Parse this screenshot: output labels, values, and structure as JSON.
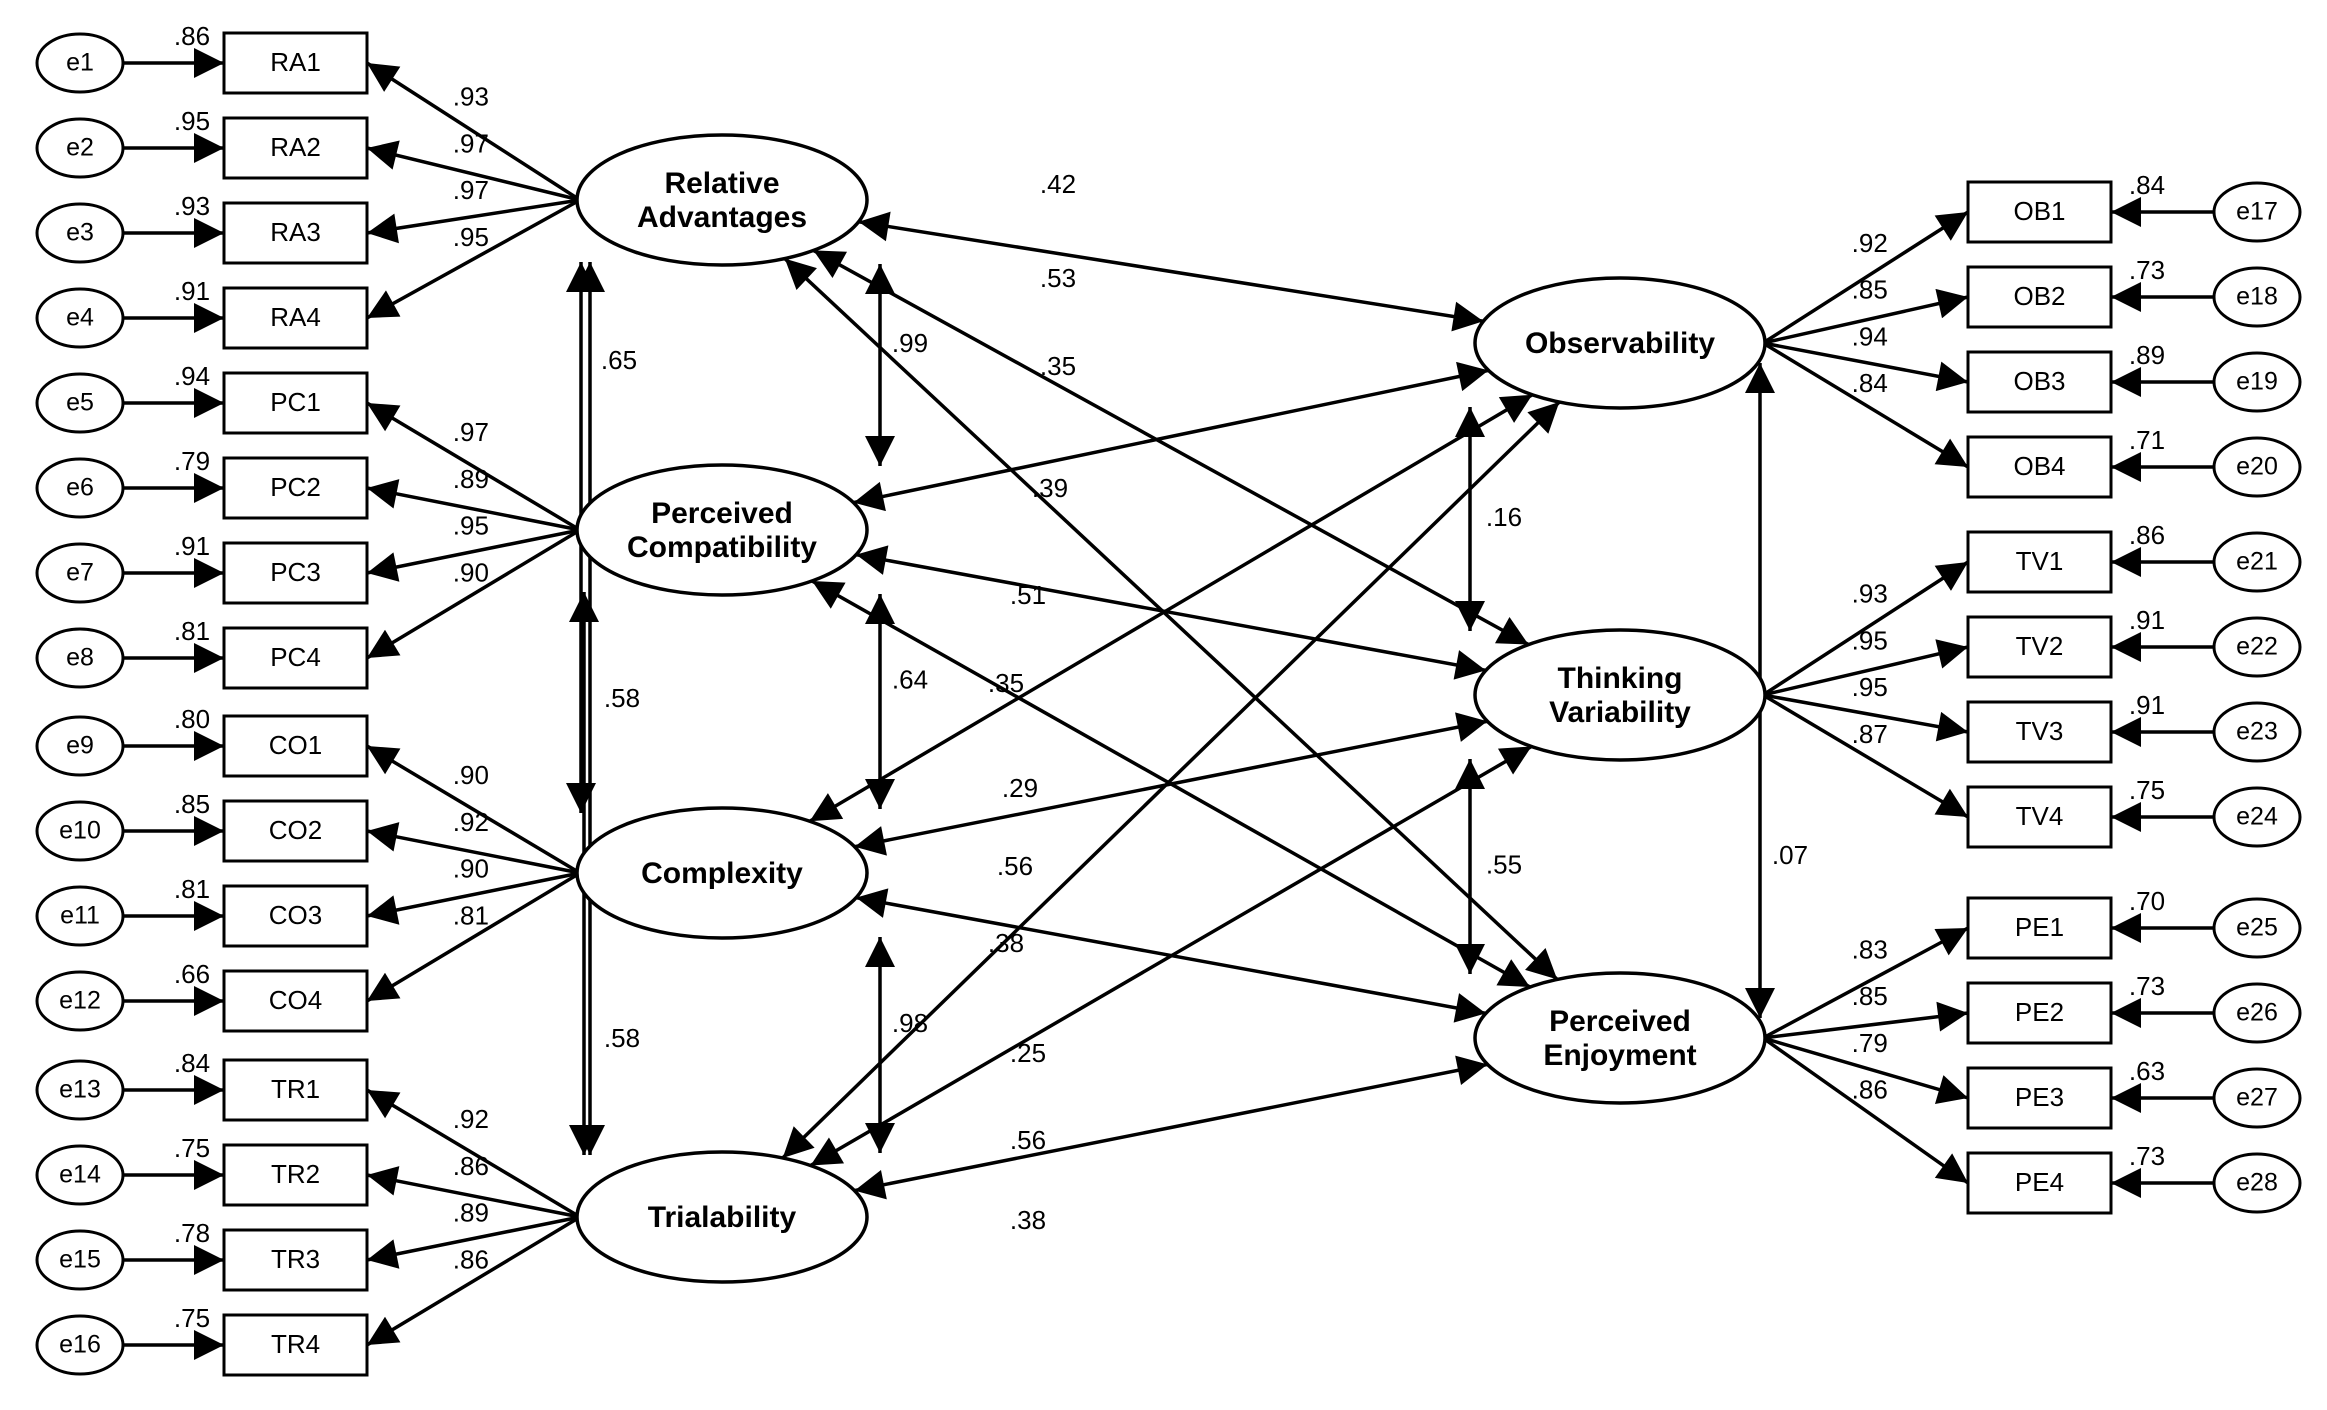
{
  "latents": [
    {
      "id": "RA",
      "lines": [
        "Relative",
        "Advantages"
      ]
    },
    {
      "id": "PC",
      "lines": [
        "Perceived",
        "Compatibility"
      ]
    },
    {
      "id": "CO",
      "lines": [
        "Complexity"
      ]
    },
    {
      "id": "TR",
      "lines": [
        "Trialability"
      ]
    },
    {
      "id": "OB",
      "lines": [
        "Observability"
      ]
    },
    {
      "id": "TV",
      "lines": [
        "Thinking",
        "Variability"
      ]
    },
    {
      "id": "PE",
      "lines": [
        "Perceived",
        "Enjoyment"
      ]
    }
  ],
  "indicators": [
    {
      "name": "RA1",
      "latent": "RA",
      "error": "e1",
      "loading": ".93",
      "r2": ".86"
    },
    {
      "name": "RA2",
      "latent": "RA",
      "error": "e2",
      "loading": ".97",
      "r2": ".95"
    },
    {
      "name": "RA3",
      "latent": "RA",
      "error": "e3",
      "loading": ".97",
      "r2": ".93"
    },
    {
      "name": "RA4",
      "latent": "RA",
      "error": "e4",
      "loading": ".95",
      "r2": ".91"
    },
    {
      "name": "PC1",
      "latent": "PC",
      "error": "e5",
      "loading": ".97",
      "r2": ".94"
    },
    {
      "name": "PC2",
      "latent": "PC",
      "error": "e6",
      "loading": ".89",
      "r2": ".79"
    },
    {
      "name": "PC3",
      "latent": "PC",
      "error": "e7",
      "loading": ".95",
      "r2": ".91"
    },
    {
      "name": "PC4",
      "latent": "PC",
      "error": "e8",
      "loading": ".90",
      "r2": ".81"
    },
    {
      "name": "CO1",
      "latent": "CO",
      "error": "e9",
      "loading": ".90",
      "r2": ".80"
    },
    {
      "name": "CO2",
      "latent": "CO",
      "error": "e10",
      "loading": ".92",
      "r2": ".85"
    },
    {
      "name": "CO3",
      "latent": "CO",
      "error": "e11",
      "loading": ".90",
      "r2": ".81"
    },
    {
      "name": "CO4",
      "latent": "CO",
      "error": "e12",
      "loading": ".81",
      "r2": ".66"
    },
    {
      "name": "TR1",
      "latent": "TR",
      "error": "e13",
      "loading": ".92",
      "r2": ".84"
    },
    {
      "name": "TR2",
      "latent": "TR",
      "error": "e14",
      "loading": ".86",
      "r2": ".75"
    },
    {
      "name": "TR3",
      "latent": "TR",
      "error": "e15",
      "loading": ".89",
      "r2": ".78"
    },
    {
      "name": "TR4",
      "latent": "TR",
      "error": "e16",
      "loading": ".86",
      "r2": ".75"
    },
    {
      "name": "OB1",
      "latent": "OB",
      "error": "e17",
      "loading": ".92",
      "r2": ".84"
    },
    {
      "name": "OB2",
      "latent": "OB",
      "error": "e18",
      "loading": ".85",
      "r2": ".73"
    },
    {
      "name": "OB3",
      "latent": "OB",
      "error": "e19",
      "loading": ".94",
      "r2": ".89"
    },
    {
      "name": "OB4",
      "latent": "OB",
      "error": "e20",
      "loading": ".84",
      "r2": ".71"
    },
    {
      "name": "TV1",
      "latent": "TV",
      "error": "e21",
      "loading": ".93",
      "r2": ".86"
    },
    {
      "name": "TV2",
      "latent": "TV",
      "error": "e22",
      "loading": ".95",
      "r2": ".91"
    },
    {
      "name": "TV3",
      "latent": "TV",
      "error": "e23",
      "loading": ".95",
      "r2": ".91"
    },
    {
      "name": "TV4",
      "latent": "TV",
      "error": "e24",
      "loading": ".87",
      "r2": ".75"
    },
    {
      "name": "PE1",
      "latent": "PE",
      "error": "e25",
      "loading": ".83",
      "r2": ".70"
    },
    {
      "name": "PE2",
      "latent": "PE",
      "error": "e26",
      "loading": ".85",
      "r2": ".73"
    },
    {
      "name": "PE3",
      "latent": "PE",
      "error": "e27",
      "loading": ".79",
      "r2": ".63"
    },
    {
      "name": "PE4",
      "latent": "PE",
      "error": "e28",
      "loading": ".86",
      "r2": ".73"
    }
  ],
  "correlations": [
    {
      "from": "RA",
      "to": "PC",
      "value": ".99"
    },
    {
      "from": "PC",
      "to": "CO",
      "value": ".64"
    },
    {
      "from": "CO",
      "to": "TR",
      "value": ".98"
    },
    {
      "from": "RA",
      "to": "CO",
      "value": ".65"
    },
    {
      "from": "PC",
      "to": "TR",
      "value": ".58"
    },
    {
      "from": "RA",
      "to": "TR",
      "value": ".58"
    },
    {
      "from": "OB",
      "to": "TV",
      "value": ".16"
    },
    {
      "from": "TV",
      "to": "PE",
      "value": ".55"
    },
    {
      "from": "OB",
      "to": "PE",
      "value": ".07"
    },
    {
      "from": "RA",
      "to": "OB",
      "value": ".42"
    },
    {
      "from": "RA",
      "to": "TV",
      "value": ".53"
    },
    {
      "from": "RA",
      "to": "PE",
      "value": ".35"
    },
    {
      "from": "PC",
      "to": "OB",
      "value": ".39"
    },
    {
      "from": "PC",
      "to": "TV",
      "value": ".51"
    },
    {
      "from": "PC",
      "to": "PE",
      "value": ".35"
    },
    {
      "from": "CO",
      "to": "OB",
      "value": ".29"
    },
    {
      "from": "CO",
      "to": "TV",
      "value": ".56"
    },
    {
      "from": "CO",
      "to": "PE",
      "value": ".38"
    },
    {
      "from": "TR",
      "to": "OB",
      "value": ".25"
    },
    {
      "from": "TR",
      "to": "TV",
      "value": ".56"
    },
    {
      "from": "TR",
      "to": "PE",
      "value": ".38"
    }
  ]
}
